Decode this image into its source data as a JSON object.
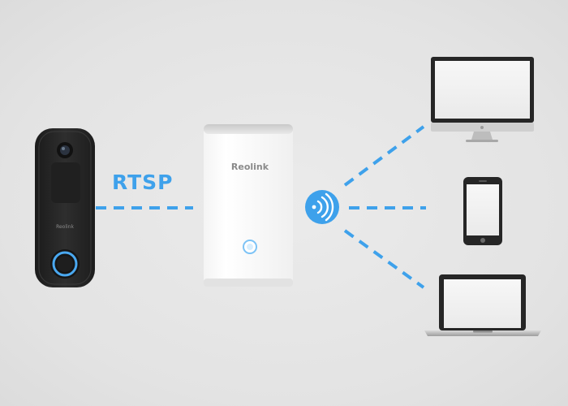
{
  "protocol_label": "RTSP",
  "hub_brand": "Reolink",
  "doorbell_brand": "Reolink",
  "icons": {
    "wifi": "wifi-signal-icon",
    "monitor": "desktop-monitor-icon",
    "phone": "smartphone-icon",
    "laptop": "laptop-icon"
  },
  "colors": {
    "accent": "#3ea1eb",
    "background": "#e5e5e5",
    "device_dark": "#2a2a2a",
    "hub_white": "#ffffff"
  }
}
